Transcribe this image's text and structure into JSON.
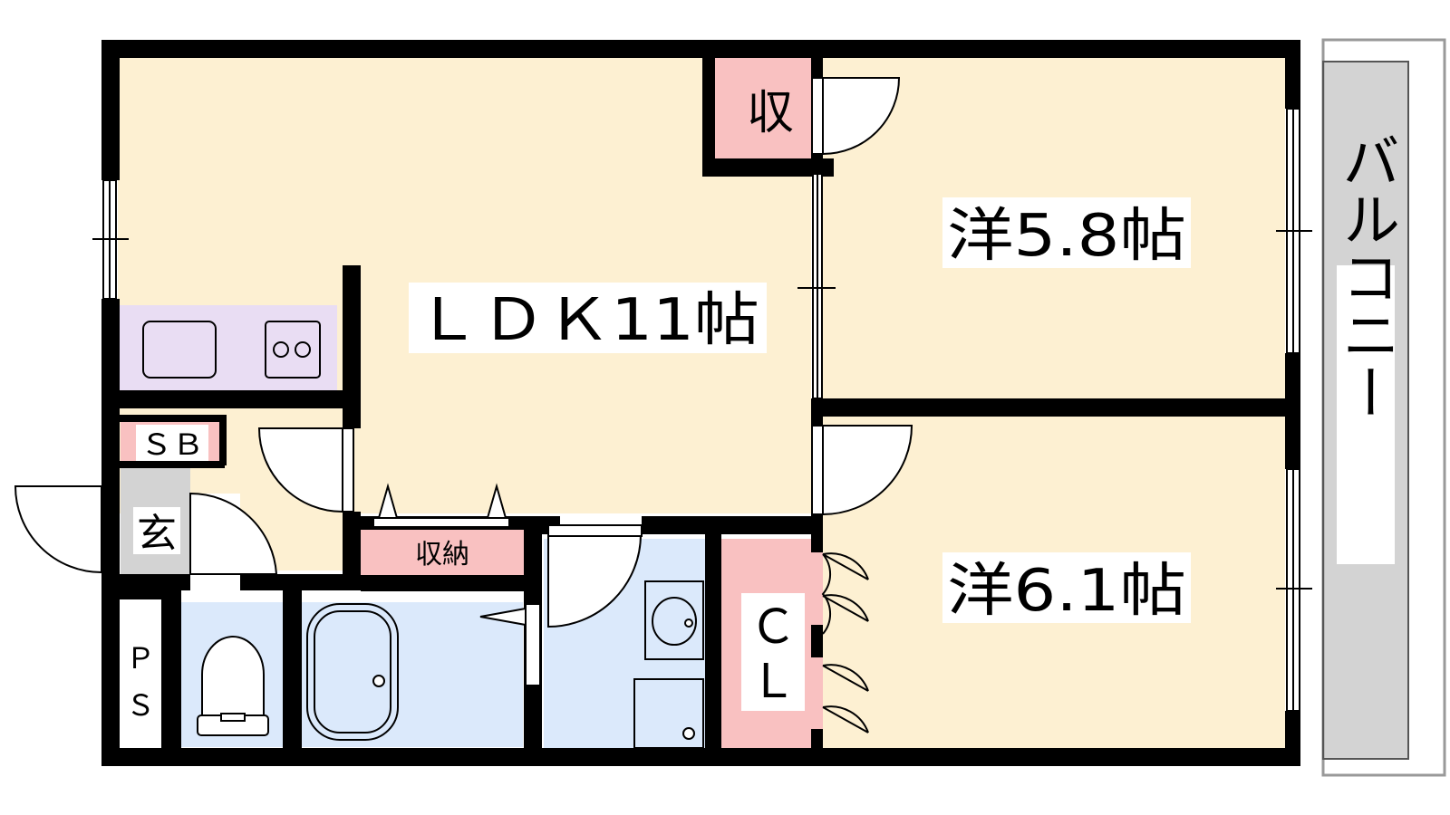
{
  "floorplan": {
    "rooms": {
      "ldk": {
        "label": "ＬＤＫ11帖",
        "fill": "#fdf0d2"
      },
      "western_1": {
        "label": "洋5.8帖",
        "fill": "#fdf0d2"
      },
      "western_2": {
        "label": "洋6.1帖",
        "fill": "#fdf0d2"
      },
      "balcony": {
        "label": "バルコニー",
        "fill": "#d3d3d3"
      },
      "storage_top": {
        "label": "収",
        "fill": "#f9c1c1"
      },
      "storage_mid": {
        "label": "収納",
        "fill": "#f9c1c1"
      },
      "closet": {
        "label": "ＣＬ",
        "fill": "#f9c1c1"
      },
      "shoe_box": {
        "label": "ＳＢ",
        "fill": "#f9c1c1"
      },
      "entrance": {
        "label": "玄",
        "fill": "#d3d3d3"
      },
      "pipe_space": {
        "label": "ＰＳ",
        "fill": "#ffffff"
      },
      "kitchen": {
        "fill": "#e9ddf3"
      },
      "wet_area": {
        "fill": "#dbe9fb"
      }
    },
    "colors": {
      "wall": "#000000",
      "label_bg": "#ffffff"
    }
  }
}
